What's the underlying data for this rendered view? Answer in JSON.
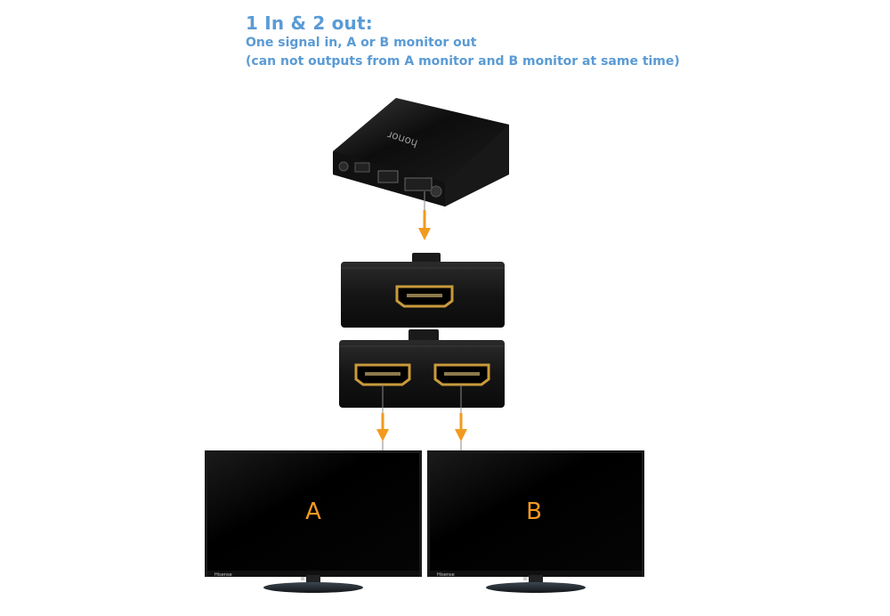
{
  "header": {
    "title": "1 In & 2 out:",
    "line1": "One signal in,  A or B monitor out",
    "line2": "(can not outputs from A monitor and B monitor at same time)"
  },
  "source_device": {
    "brand": "honor"
  },
  "monitors": [
    {
      "label": "A",
      "brand": "Hisense"
    },
    {
      "label": "B",
      "brand": "Hisense"
    }
  ],
  "colors": {
    "header_text": "#5a9bd5",
    "arrow": "#f29a1f",
    "screen_label": "#f29a1f",
    "device_body": "#111111",
    "hdmi_port": "#c99a3c"
  }
}
